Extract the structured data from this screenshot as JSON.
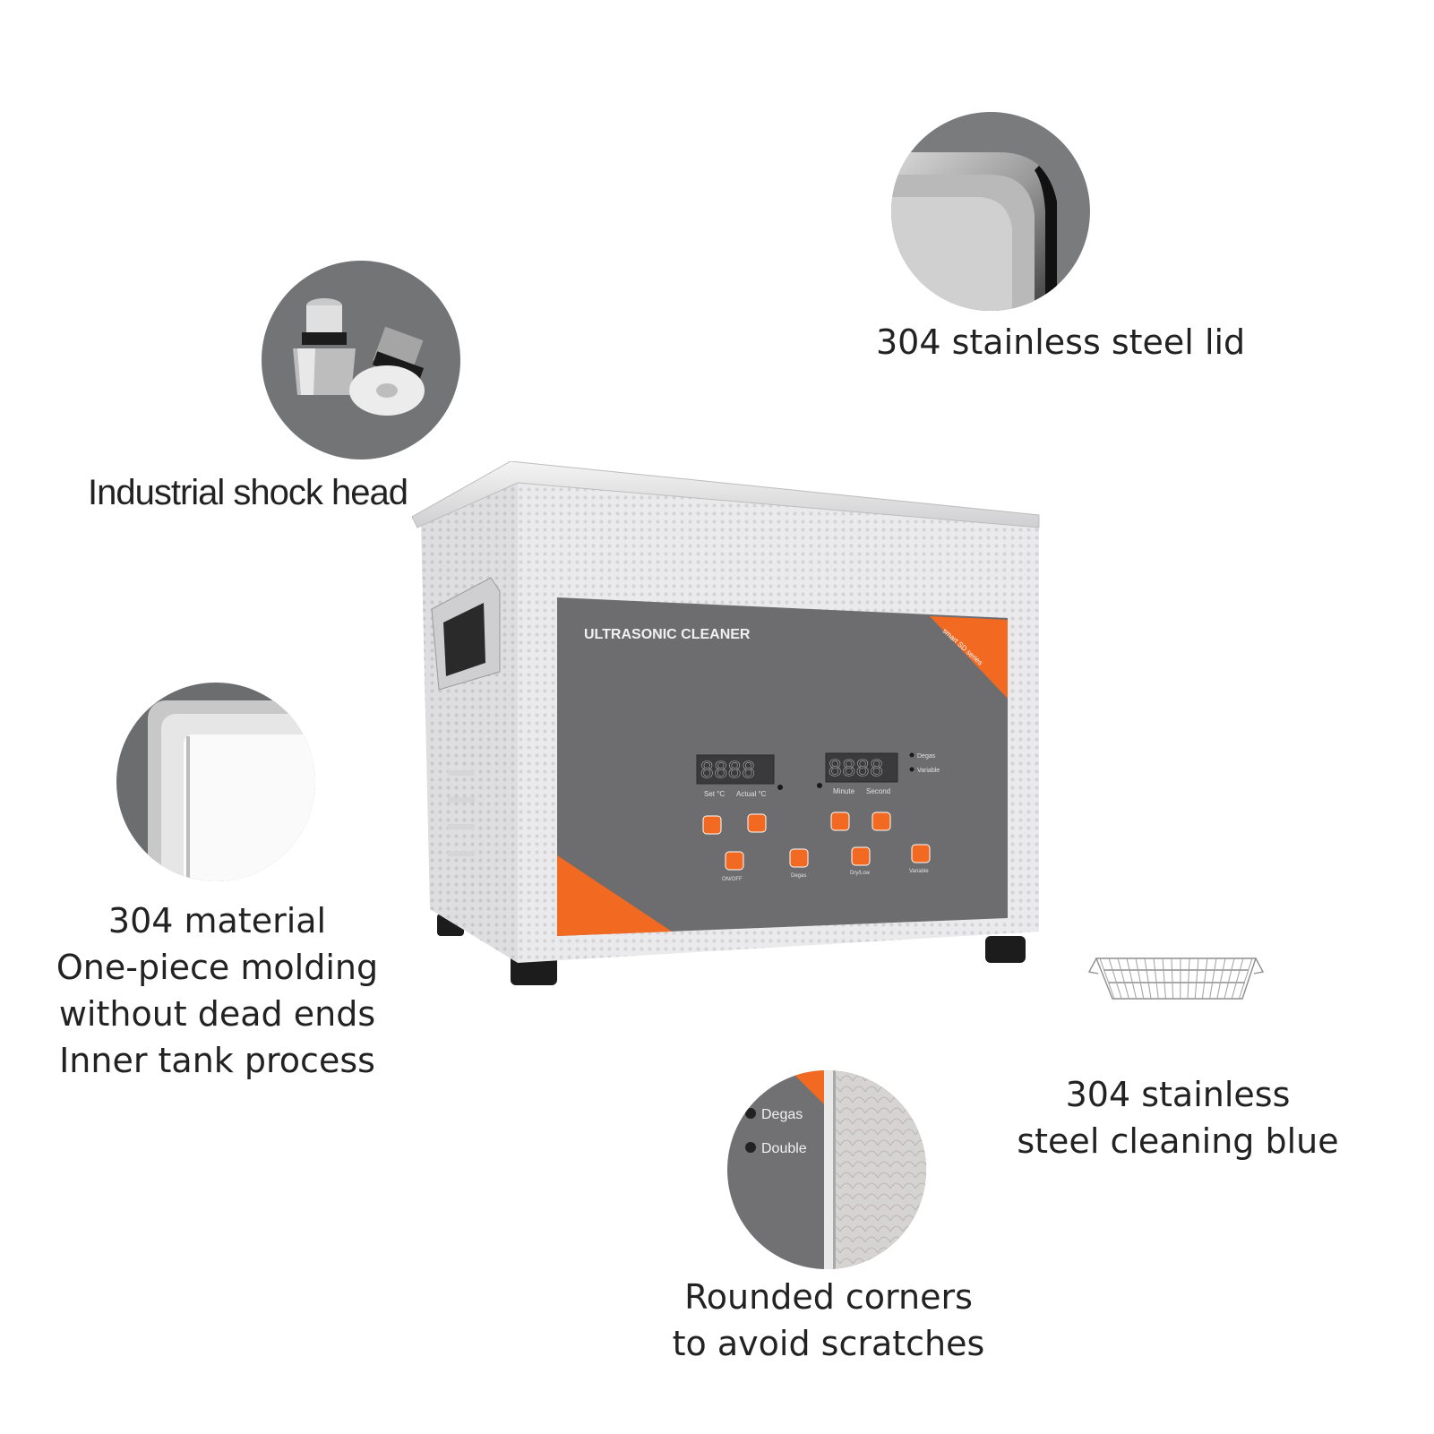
{
  "features": {
    "lid": {
      "caption": [
        "304 stainless steel lid"
      ]
    },
    "shock_head": {
      "caption": [
        "Industrial shock head"
      ]
    },
    "material": {
      "caption": [
        "304 material",
        "One-piece molding",
        "without dead ends",
        "Inner tank process"
      ]
    },
    "basket": {
      "caption": [
        "304 stainless",
        "steel cleaning blue"
      ]
    },
    "corners": {
      "caption": [
        "Rounded corners",
        "to avoid scratches"
      ],
      "detail_labels": [
        "Degas",
        "Double"
      ]
    }
  },
  "device": {
    "brand_label": "ULTRASONIC CLEANER",
    "series_label": "smart SD series",
    "temp_display": {
      "digits": "8888",
      "labels": [
        "Set °C",
        "Actual °C"
      ]
    },
    "time_display": {
      "digits": "8888",
      "labels": [
        "Minute",
        "Second"
      ]
    },
    "indicators": [
      "Degas",
      "Variable"
    ],
    "buttons": [
      "ON/OFF",
      "Degas",
      "Dry/Low",
      "Variable"
    ]
  },
  "colors": {
    "panel": "#6d6d6f",
    "accent": "#f26a21",
    "circle_bg": "#737476",
    "steel": "#e6e6e8"
  }
}
